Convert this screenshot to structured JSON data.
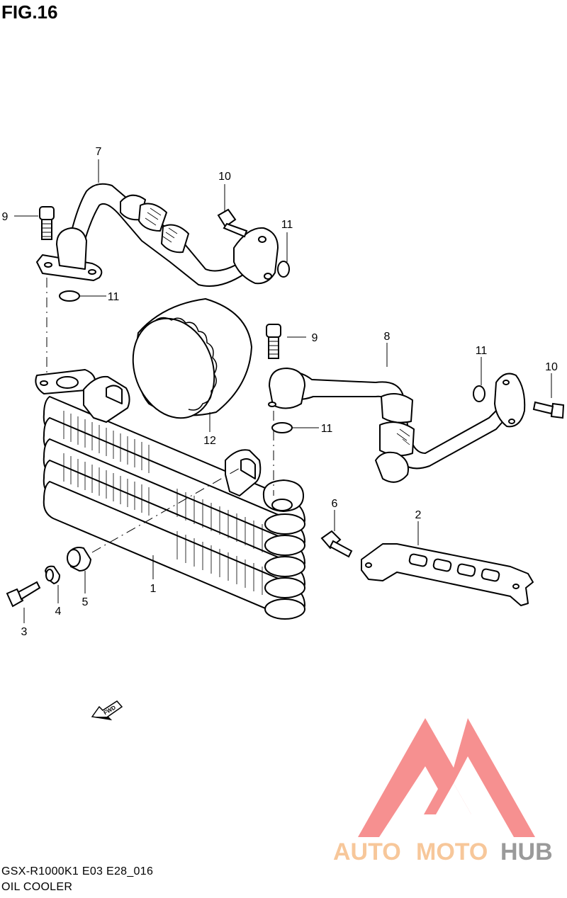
{
  "figure": {
    "title": "FIG.16",
    "model_code": "GSX-R1000K1 E03 E28_016",
    "section_name": "OIL COOLER"
  },
  "callouts": {
    "c1": "1",
    "c2": "2",
    "c3": "3",
    "c4": "4",
    "c5": "5",
    "c6": "6",
    "c7": "7",
    "c8": "8",
    "c9a": "9",
    "c9b": "9",
    "c10a": "10",
    "c10b": "10",
    "c11a": "11",
    "c11b": "11",
    "c11c": "11",
    "c11d": "11",
    "c12": "12"
  },
  "fwd_arrow": {
    "text": "FWD"
  },
  "watermark": {
    "brand_auto": "AUTO",
    "brand_moto": "MOTO",
    "brand_hub": "HUB",
    "colors": {
      "logo": "#f47c7c",
      "auto": "#f7c79a",
      "moto": "#f7c79a",
      "hub": "#9a9a9a"
    }
  }
}
